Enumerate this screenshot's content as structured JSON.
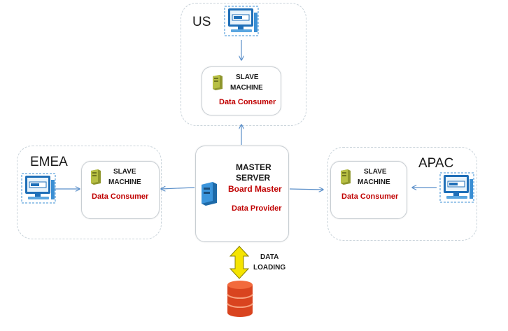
{
  "regions": {
    "us": "US",
    "emea": "EMEA",
    "apac": "APAC"
  },
  "slave": {
    "line1": "SLAVE",
    "line2": "MACHINE",
    "role": "Data Consumer"
  },
  "master": {
    "line1": "MASTER",
    "line2": "SERVER",
    "name": "Board Master",
    "role": "Data Provider"
  },
  "loading": {
    "line1": "DATA",
    "line2": "LOADING"
  },
  "colors": {
    "accent_red": "#c00000",
    "arrow_blue": "#5b8fc9",
    "arrow_yellow": "#f5e400",
    "db_red": "#e8502a",
    "server_green": "#a9b13c",
    "server_blue": "#3b8fd4"
  },
  "icons": {
    "client": "computer-icon",
    "slave": "server-tower-icon",
    "master": "server-tower-icon",
    "database": "database-icon"
  }
}
